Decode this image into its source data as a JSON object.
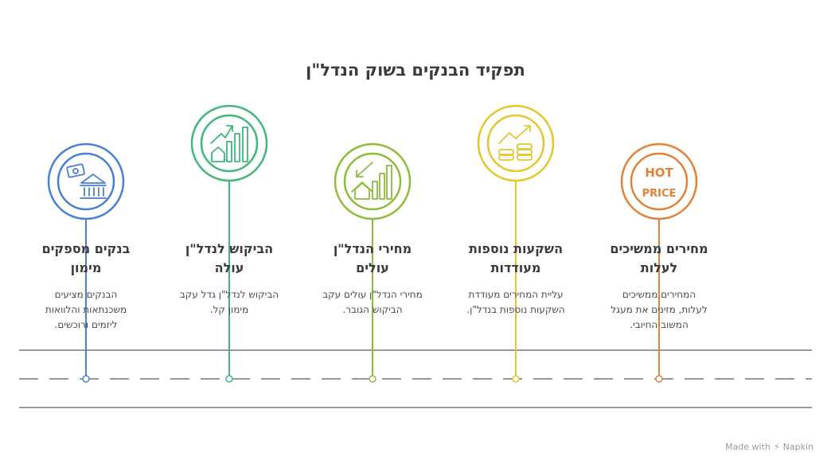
{
  "title": "תפקיד הבנקים בשוק הנדל\"ן",
  "steps": [
    {
      "heading_line1": "בנקים מספקים",
      "heading_line2": "מימון",
      "desc_line1": "הבנקים מציעים",
      "desc_line2": "משכנתאות והלוואות",
      "desc_line3": "ליזמים ורוכשים.",
      "color": "#4a7fd6",
      "icon": "bank-money-icon"
    },
    {
      "heading_line1": "הביקוש לנדל\"ן",
      "heading_line2": "עולה",
      "desc_line1": "הביקוש לנדל\"ן גדל עקב",
      "desc_line2": "מימון קל.",
      "desc_line3": "",
      "color": "#3db87a",
      "icon": "house-growth-chart-icon"
    },
    {
      "heading_line1": "מחירי הנדל\"ן",
      "heading_line2": "עולים",
      "desc_line1": "מחירי הנדל\"ן עולים עקב",
      "desc_line2": "הביקוש הגובר.",
      "desc_line3": "",
      "color": "#8dbb3a",
      "icon": "house-price-chart-icon"
    },
    {
      "heading_line1": "השקעות נוספות",
      "heading_line2": "מעודדות",
      "desc_line1": "עליית המחירים מעודדת",
      "desc_line2": "השקעות נוספות בנדל\"ן.",
      "desc_line3": "",
      "color": "#e2c62b",
      "icon": "coins-growth-icon"
    },
    {
      "heading_line1": "מחירים ממשיכים",
      "heading_line2": "לעלות",
      "desc_line1": "המחירים ממשיכים",
      "desc_line2": "לעלות, מזינים את מעגל",
      "desc_line3": "המשוב החיובי.",
      "color": "#e0823a",
      "icon": "hot-price-icon",
      "icon_text_line1": "HOT",
      "icon_text_line2": "PRICE"
    }
  ],
  "footer": {
    "made_with": "Made with",
    "brand": "Napkin"
  }
}
